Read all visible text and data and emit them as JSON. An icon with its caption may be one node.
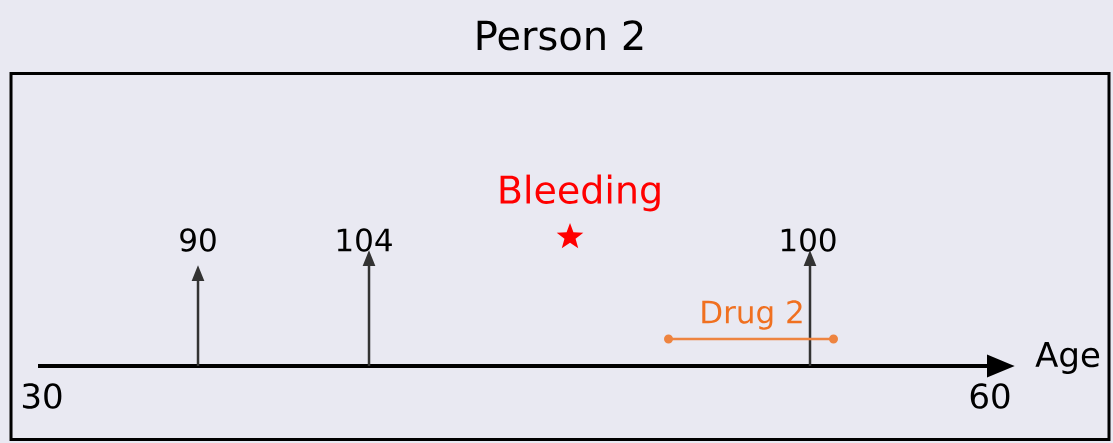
{
  "diagram": {
    "nodes": [
      {
        "text": [
          "Person 2"
        ]
      }
    ],
    "labels": [
      "Bleeding",
      "90",
      "104",
      "100",
      "Drug 2",
      "Age",
      "30",
      "60"
    ]
  }
}
